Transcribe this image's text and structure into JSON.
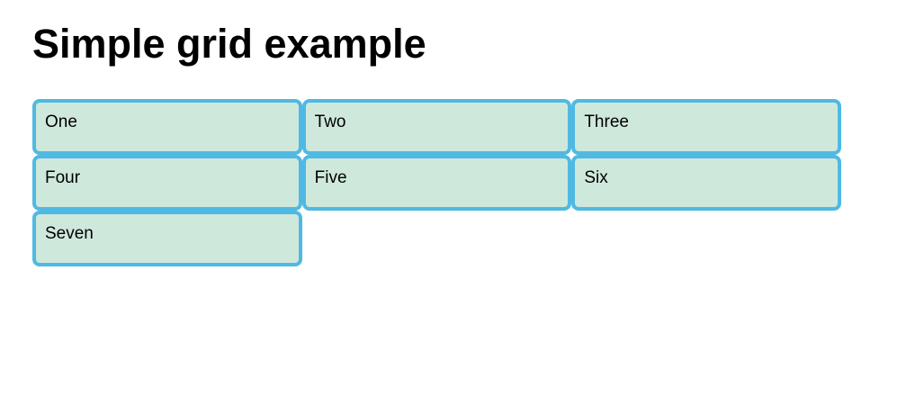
{
  "heading": {
    "text": "Simple grid example"
  },
  "grid": {
    "columns": 3,
    "items": [
      {
        "label": "One"
      },
      {
        "label": "Two"
      },
      {
        "label": "Three"
      },
      {
        "label": "Four"
      },
      {
        "label": "Five"
      },
      {
        "label": "Six"
      },
      {
        "label": "Seven"
      }
    ]
  },
  "colors": {
    "page_background": "#ffffff",
    "cell_background": "#cfe8dc",
    "cell_border": "#4fb9e3",
    "text": "#000000"
  }
}
